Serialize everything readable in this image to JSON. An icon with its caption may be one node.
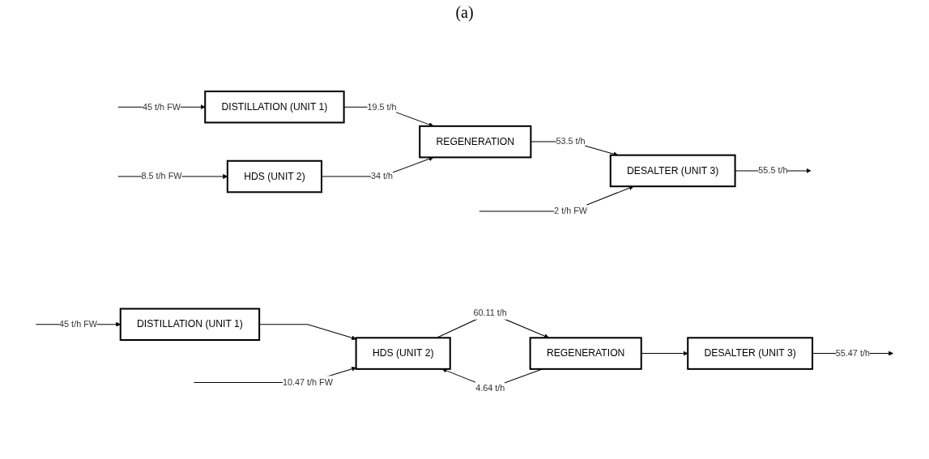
{
  "diagram": {
    "nodes": [
      {
        "text": [
          "DISTILLATION (UNIT 1)"
        ]
      },
      {
        "text": [
          "HDS (UNIT 2)"
        ]
      },
      {
        "text": [
          "REGENERATION"
        ]
      },
      {
        "text": [
          "DESALTER (UNIT 3)"
        ]
      },
      {
        "text": [
          "DISTILLATION (UNIT 1)"
        ]
      },
      {
        "text": [
          "HDS (UNIT 2)"
        ]
      },
      {
        "text": [
          "REGENERATION"
        ]
      },
      {
        "text": [
          "DESALTER (UNIT 3)"
        ]
      }
    ],
    "edges": [
      {
        "from": null,
        "to": 0,
        "arrow": "to",
        "label": "45 t/h FW"
      },
      {
        "from": null,
        "to": 1,
        "arrow": "to",
        "label": "8.5 t/h FW"
      },
      {
        "from": 0,
        "to": 2,
        "arrow": "to",
        "label": "19.5 t/h"
      },
      {
        "from": 1,
        "to": 2,
        "arrow": "to",
        "label": "34 t/h"
      },
      {
        "from": 2,
        "to": 3,
        "arrow": "to",
        "label": "53.5 t/h"
      },
      {
        "from": null,
        "to": 3,
        "arrow": "to",
        "label": "2 t/h FW"
      },
      {
        "from": 3,
        "to": null,
        "arrow": "to",
        "label": "55.5 t/h"
      },
      {
        "from": null,
        "to": 4,
        "arrow": "to",
        "label": "45 t/h FW"
      },
      {
        "from": 4,
        "to": 5,
        "arrow": "to"
      },
      {
        "from": null,
        "to": 5,
        "arrow": "to",
        "label": "10.47 t/h FW"
      },
      {
        "from": 6,
        "to": 5,
        "arrow": "to",
        "label": "4.64 t/h"
      },
      {
        "from": 5,
        "to": 6,
        "arrow": "to",
        "label": "60.11 t/h"
      },
      {
        "from": 6,
        "to": 7,
        "arrow": "to"
      },
      {
        "from": 7,
        "to": null,
        "arrow": "to",
        "label": "55.47 t/h"
      }
    ],
    "labels": [
      "(a)"
    ]
  }
}
